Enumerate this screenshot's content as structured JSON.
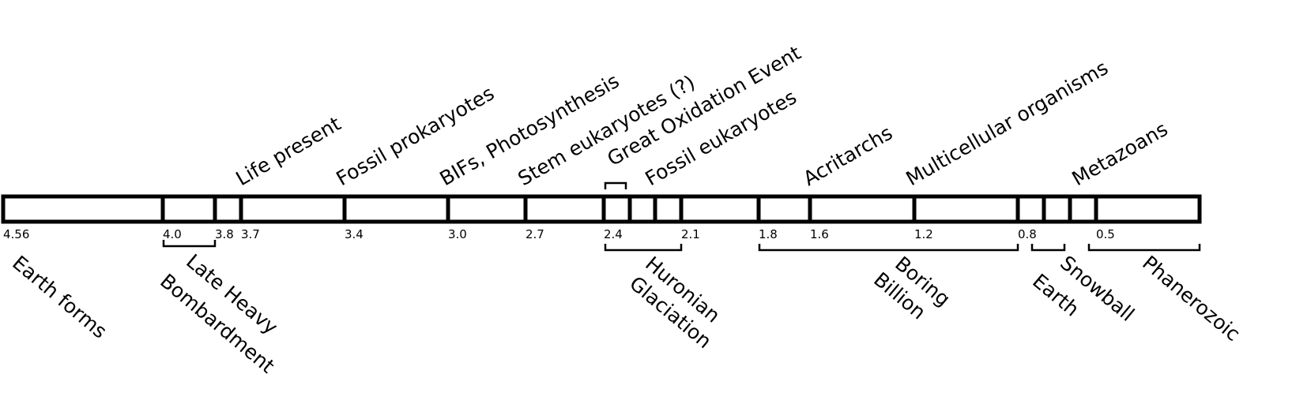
{
  "chart_data": {
    "type": "timeline",
    "unit": "billion years ago",
    "ticks": [
      {
        "value": 4.56,
        "label": "4.56"
      },
      {
        "value": 4.0,
        "label": "4.0"
      },
      {
        "value": 3.8,
        "label": "3.8"
      },
      {
        "value": 3.7,
        "label": "3.7"
      },
      {
        "value": 3.4,
        "label": "3.4"
      },
      {
        "value": 3.0,
        "label": "3.0"
      },
      {
        "value": 2.7,
        "label": "2.7"
      },
      {
        "value": 2.4,
        "label": "2.4"
      },
      {
        "value": 2.1,
        "label": "2.1"
      },
      {
        "value": 1.8,
        "label": "1.8"
      },
      {
        "value": 1.6,
        "label": "1.6"
      },
      {
        "value": 1.2,
        "label": "1.2"
      },
      {
        "value": 0.8,
        "label": "0.8"
      },
      {
        "value": 0.5,
        "label": "0.5"
      }
    ],
    "events_above": [
      {
        "label": "Life present"
      },
      {
        "label": "Fossil prokaryotes"
      },
      {
        "label": "BIFs, Photosynthesis"
      },
      {
        "label": "Stem eukaryotes (?)"
      },
      {
        "label": "Great Oxidation Event"
      },
      {
        "label": "Fossil eukaryotes"
      },
      {
        "label": "Acritarchs"
      },
      {
        "label": "Multicellular organisms"
      },
      {
        "label": "Metazoans"
      }
    ],
    "events_below": [
      {
        "lines": [
          "Earth forms"
        ]
      },
      {
        "lines": [
          "Late Heavy",
          "Bombardment"
        ]
      },
      {
        "lines": [
          "Huronian",
          "Glaciation"
        ]
      },
      {
        "lines": [
          "Boring",
          "Billion"
        ]
      },
      {
        "lines": [
          "Snowball",
          "Earth"
        ]
      },
      {
        "lines": [
          "Phanerozoic"
        ]
      }
    ]
  }
}
